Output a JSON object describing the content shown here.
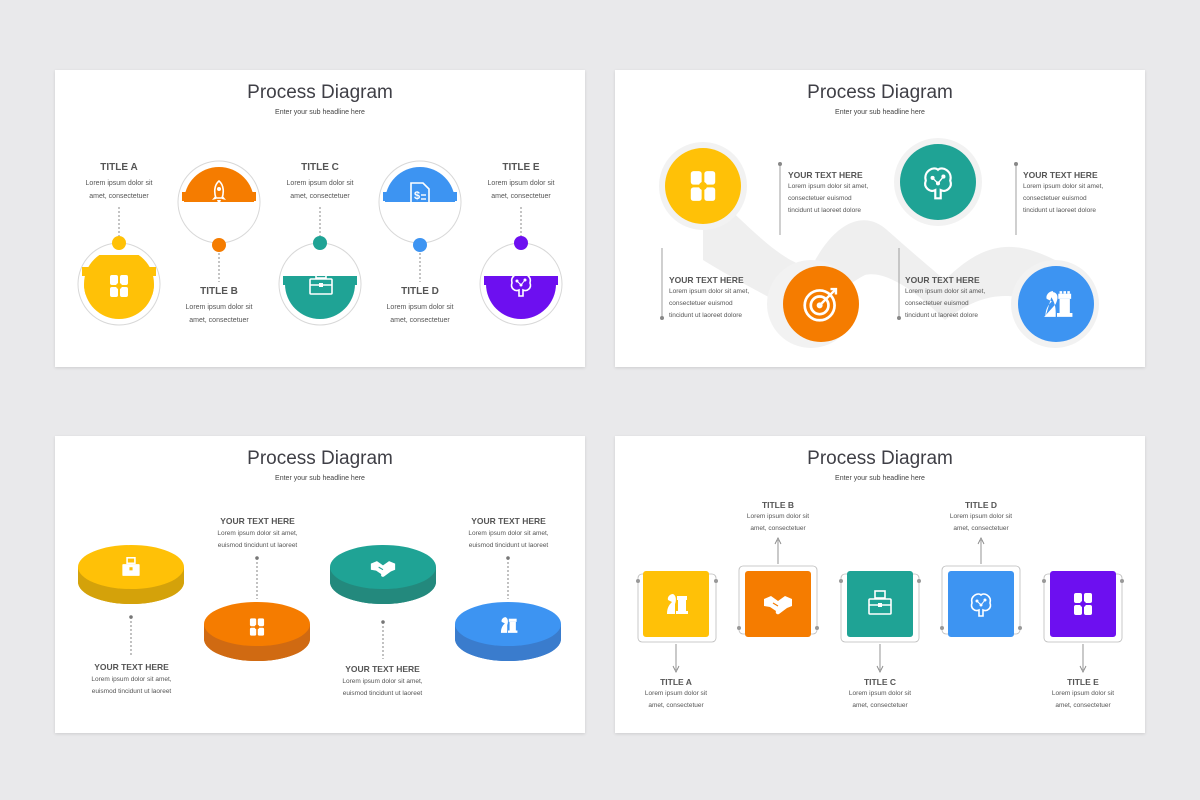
{
  "slides": [
    {
      "title": "Process Diagram",
      "subtitle": "Enter your sub headline here"
    },
    {
      "title": "Process Diagram",
      "subtitle": "Enter your sub headline here"
    },
    {
      "title": "Process Diagram",
      "subtitle": "Enter your sub headline here"
    },
    {
      "title": "Process Diagram",
      "subtitle": "Enter your sub headline here"
    }
  ],
  "s1": {
    "a_title": "TITLE A",
    "a_l1": "Lorem ipsum dolor sit",
    "a_l2": "amet, consectetuer",
    "b_title": "TITLE B",
    "b_l1": "Lorem ipsum dolor sit",
    "b_l2": "amet, consectetuer",
    "c_title": "TITLE C",
    "c_l1": "Lorem ipsum dolor sit",
    "c_l2": "amet, consectetuer",
    "d_title": "TITLE D",
    "d_l1": "Lorem ipsum dolor sit",
    "d_l2": "amet, consectetuer",
    "e_title": "TITLE E",
    "e_l1": "Lorem ipsum dolor sit",
    "e_l2": "amet, consectetuer"
  },
  "s2": {
    "t1_title": "YOUR TEXT HERE",
    "t1_l1": "Lorem ipsum dolor sit amet,",
    "t1_l2": "consectetuer euismod",
    "t1_l3": "tincidunt ut laoreet dolore",
    "t2_title": "YOUR TEXT HERE",
    "t2_l1": "Lorem ipsum dolor sit amet,",
    "t2_l2": "consectetuer euismod",
    "t2_l3": "tincidunt ut laoreet dolore",
    "t3_title": "YOUR TEXT HERE",
    "t3_l1": "Lorem ipsum dolor sit amet,",
    "t3_l2": "consectetuer euismod",
    "t3_l3": "tincidunt ut laoreet dolore",
    "t4_title": "YOUR TEXT HERE",
    "t4_l1": "Lorem ipsum dolor sit amet,",
    "t4_l2": "consectetuer euismod",
    "t4_l3": "tincidunt ut laoreet dolore"
  },
  "s3": {
    "t1_title": "YOUR TEXT HERE",
    "t1_l1": "Lorem ipsum dolor sit amet,",
    "t1_l2": "euismod tincidunt ut laoreet",
    "t2_title": "YOUR TEXT HERE",
    "t2_l1": "Lorem ipsum dolor sit amet,",
    "t2_l2": "euismod tincidunt ut laoreet",
    "t3_title": "YOUR TEXT HERE",
    "t3_l1": "Lorem ipsum dolor sit amet,",
    "t3_l2": "euismod tincidunt ut laoreet",
    "t4_title": "YOUR TEXT HERE",
    "t4_l1": "Lorem ipsum dolor sit amet,",
    "t4_l2": "euismod tincidunt ut laoreet"
  },
  "s4": {
    "a_title": "TITLE A",
    "a_l1": "Lorem ipsum dolor sit",
    "a_l2": "amet, consectetuer",
    "b_title": "TITLE B",
    "b_l1": "Lorem ipsum dolor sit",
    "b_l2": "amet, consectetuer",
    "c_title": "TITLE C",
    "c_l1": "Lorem ipsum dolor sit",
    "c_l2": "amet, consectetuer",
    "d_title": "TITLE D",
    "d_l1": "Lorem ipsum dolor sit",
    "d_l2": "amet, consectetuer",
    "e_title": "TITLE E",
    "e_l1": "Lorem ipsum dolor sit",
    "e_l2": "amet, consectetuer"
  },
  "colors": {
    "yellow": "#ffc107",
    "orange": "#f57c00",
    "teal": "#1fa395",
    "blue": "#3d94f2",
    "purple": "#6d0ff0",
    "text": "#555555"
  },
  "icons": [
    "hands-icon",
    "rocket-icon",
    "briefcase-icon",
    "invoice-icon",
    "brain-icon",
    "target-icon",
    "chess-icon",
    "handshake-icon"
  ]
}
